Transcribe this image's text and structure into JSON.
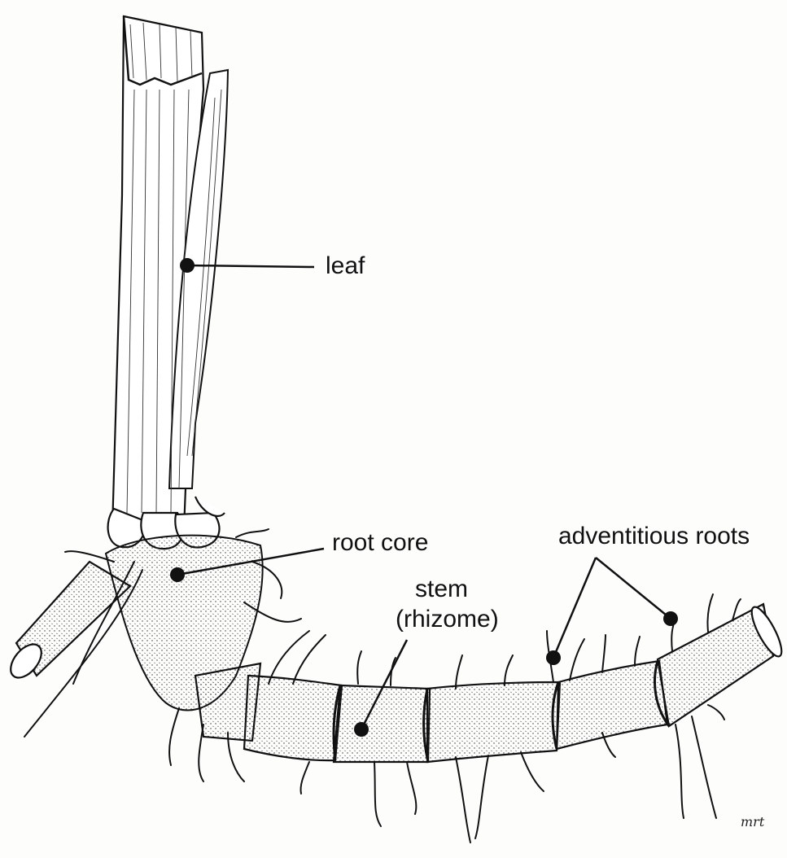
{
  "labels": {
    "leaf": "leaf",
    "root_core": "root core",
    "stem_line1": "stem",
    "stem_line2": "(rhizome)",
    "adventitious_roots": "adventitious roots"
  },
  "signature": "mrt",
  "colors": {
    "ink": "#111111",
    "paper": "#fdfdfc"
  }
}
